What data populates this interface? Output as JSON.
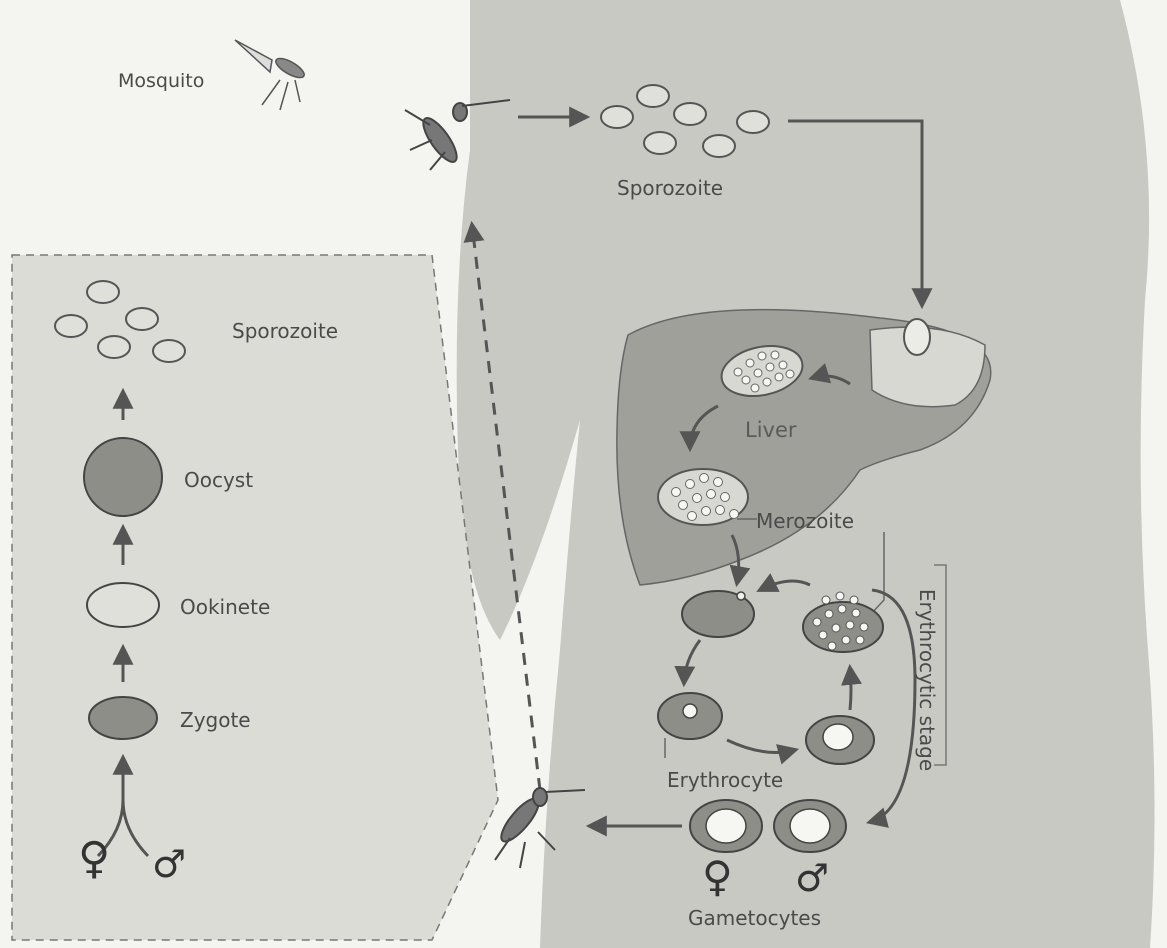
{
  "labels": {
    "mosquito": "Mosquito",
    "sporozoite_body": "Sporozoite",
    "sporozoite_inset": "Sporozoite",
    "oocyst": "Oocyst",
    "ookinete": "Ookinete",
    "zygote": "Zygote",
    "liver": "Liver",
    "merozoite": "Merozoite",
    "erythrocyte": "Erythrocyte",
    "gametocytes": "Gametocytes",
    "erythrocytic_stage": "Erythrocytic stage"
  },
  "symbols": {
    "female": "♀",
    "male": "♂"
  },
  "colors": {
    "background": "#f4f4f0",
    "body": "#c9c9c4",
    "liver": "#a0a09b",
    "cell": "#8e8e89",
    "arrow": "#555555"
  }
}
